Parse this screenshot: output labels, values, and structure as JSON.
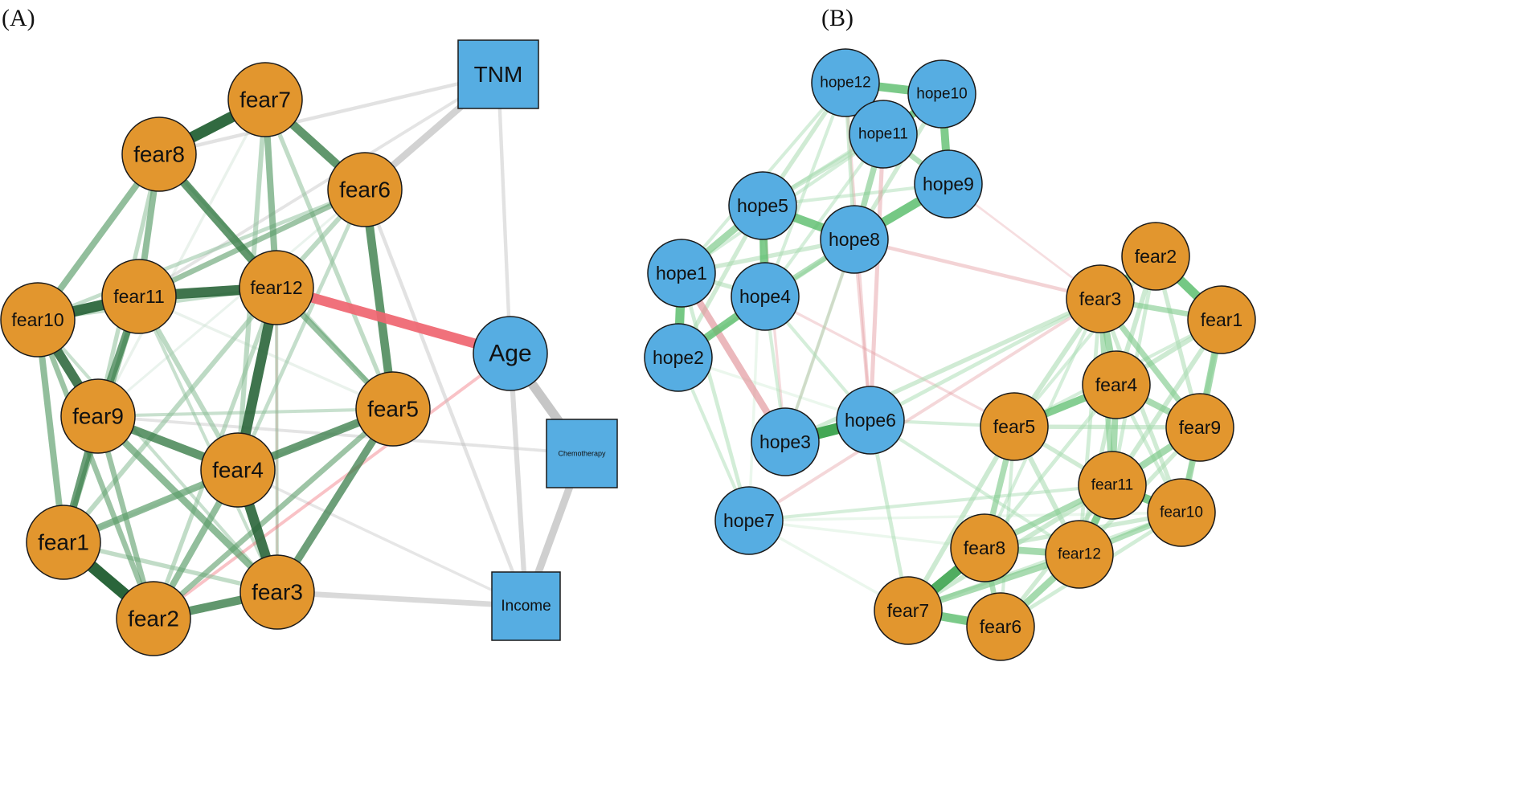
{
  "panels": [
    {
      "id": "A",
      "label": "(A)",
      "nodes": [
        {
          "id": "fear7",
          "label": "fear7",
          "shape": "circle"
        },
        {
          "id": "fear8",
          "label": "fear8",
          "shape": "circle"
        },
        {
          "id": "fear6",
          "label": "fear6",
          "shape": "circle"
        },
        {
          "id": "fear10",
          "label": "fear10",
          "shape": "circle"
        },
        {
          "id": "fear11",
          "label": "fear11",
          "shape": "circle"
        },
        {
          "id": "fear12",
          "label": "fear12",
          "shape": "circle"
        },
        {
          "id": "fear9",
          "label": "fear9",
          "shape": "circle"
        },
        {
          "id": "fear5",
          "label": "fear5",
          "shape": "circle"
        },
        {
          "id": "fear4",
          "label": "fear4",
          "shape": "circle"
        },
        {
          "id": "fear1",
          "label": "fear1",
          "shape": "circle"
        },
        {
          "id": "fear3",
          "label": "fear3",
          "shape": "circle"
        },
        {
          "id": "fear2",
          "label": "fear2",
          "shape": "circle"
        },
        {
          "id": "TNM",
          "label": "TNM",
          "shape": "square"
        },
        {
          "id": "Age",
          "label": "Age",
          "shape": "circle"
        },
        {
          "id": "Chemo",
          "label": "Chemotherapy",
          "shape": "square"
        },
        {
          "id": "Income",
          "label": "Income",
          "shape": "square"
        }
      ],
      "edges": [
        [
          "fear7",
          "fear8",
          "pos",
          0.95
        ],
        [
          "fear7",
          "fear6",
          "pos",
          0.7
        ],
        [
          "fear7",
          "fear12",
          "pos",
          0.5
        ],
        [
          "fear7",
          "fear4",
          "pos",
          0.35
        ],
        [
          "fear7",
          "fear5",
          "pos",
          0.3
        ],
        [
          "fear7",
          "fear9",
          "pos",
          0.15
        ],
        [
          "fear8",
          "fear12",
          "pos",
          0.7
        ],
        [
          "fear8",
          "fear11",
          "pos",
          0.5
        ],
        [
          "fear8",
          "fear10",
          "pos",
          0.5
        ],
        [
          "fear8",
          "fear9",
          "pos",
          0.3
        ],
        [
          "fear8",
          "fear5",
          "pos",
          0.2
        ],
        [
          "fear6",
          "fear5",
          "pos",
          0.7
        ],
        [
          "fear6",
          "fear11",
          "pos",
          0.4
        ],
        [
          "fear6",
          "fear12",
          "pos",
          0.35
        ],
        [
          "fear6",
          "fear10",
          "pos",
          0.25
        ],
        [
          "fear6",
          "fear4",
          "pos",
          0.25
        ],
        [
          "fear6",
          "fear9",
          "pos",
          0.12
        ],
        [
          "fear10",
          "fear11",
          "pos",
          0.9
        ],
        [
          "fear10",
          "fear9",
          "pos",
          0.8
        ],
        [
          "fear10",
          "fear1",
          "pos",
          0.5
        ],
        [
          "fear10",
          "fear2",
          "pos",
          0.4
        ],
        [
          "fear10",
          "fear12",
          "pos",
          0.25
        ],
        [
          "fear10",
          "fear3",
          "pos",
          0.2
        ],
        [
          "fear11",
          "fear12",
          "pos",
          0.85
        ],
        [
          "fear11",
          "fear9",
          "pos",
          0.6
        ],
        [
          "fear11",
          "fear1",
          "pos",
          0.4
        ],
        [
          "fear11",
          "fear4",
          "pos",
          0.35
        ],
        [
          "fear11",
          "fear3",
          "pos",
          0.2
        ],
        [
          "fear11",
          "fear5",
          "pos",
          0.15
        ],
        [
          "fear12",
          "fear4",
          "pos",
          0.85
        ],
        [
          "fear12",
          "fear5",
          "pos",
          0.45
        ],
        [
          "fear12",
          "fear1",
          "pos",
          0.35
        ],
        [
          "fear12",
          "fear2",
          "pos",
          0.3
        ],
        [
          "fear12",
          "fear3",
          "pos",
          0.2
        ],
        [
          "fear9",
          "fear4",
          "pos",
          0.7
        ],
        [
          "fear9",
          "fear1",
          "pos",
          0.6
        ],
        [
          "fear9",
          "fear3",
          "pos",
          0.55
        ],
        [
          "fear9",
          "fear2",
          "pos",
          0.4
        ],
        [
          "fear9",
          "fear5",
          "pos",
          0.2
        ],
        [
          "fear5",
          "fear4",
          "pos",
          0.65
        ],
        [
          "fear5",
          "fear3",
          "pos",
          0.6
        ],
        [
          "fear5",
          "fear2",
          "pos",
          0.4
        ],
        [
          "fear5",
          "fear1",
          "pos",
          0.15
        ],
        [
          "fear4",
          "fear3",
          "pos",
          0.85
        ],
        [
          "fear4",
          "fear1",
          "pos",
          0.55
        ],
        [
          "fear4",
          "fear2",
          "pos",
          0.5
        ],
        [
          "fear1",
          "fear2",
          "pos",
          1.0
        ],
        [
          "fear1",
          "fear3",
          "pos",
          0.3
        ],
        [
          "fear2",
          "fear3",
          "pos",
          0.7
        ],
        [
          "fear12",
          "Age",
          "neg",
          0.9
        ],
        [
          "fear2",
          "Age",
          "neg",
          0.2
        ],
        [
          "fear12",
          "fear3",
          "neg",
          0.1
        ],
        [
          "TNM",
          "fear6",
          "gray",
          0.55
        ],
        [
          "TNM",
          "fear8",
          "gray",
          0.2
        ],
        [
          "TNM",
          "Age",
          "gray",
          0.2
        ],
        [
          "TNM",
          "fear11",
          "gray",
          0.15
        ],
        [
          "Age",
          "Chemo",
          "gray",
          0.8
        ],
        [
          "Age",
          "Income",
          "gray",
          0.35
        ],
        [
          "Chemo",
          "Income",
          "gray",
          0.6
        ],
        [
          "Chemo",
          "fear9",
          "gray",
          0.15
        ],
        [
          "Income",
          "fear3",
          "gray",
          0.4
        ],
        [
          "Income",
          "fear6",
          "gray",
          0.2
        ],
        [
          "Income",
          "fear4",
          "gray",
          0.12
        ]
      ]
    },
    {
      "id": "B",
      "label": "(B)",
      "nodes": [
        {
          "id": "hope12",
          "label": "hope12",
          "color": "#56ade2"
        },
        {
          "id": "hope10",
          "label": "hope10",
          "color": "#56ade2"
        },
        {
          "id": "hope11",
          "label": "hope11",
          "color": "#56ade2"
        },
        {
          "id": "hope9",
          "label": "hope9",
          "color": "#56ade2"
        },
        {
          "id": "hope5",
          "label": "hope5",
          "color": "#56ade2"
        },
        {
          "id": "hope8",
          "label": "hope8",
          "color": "#56ade2"
        },
        {
          "id": "hope1",
          "label": "hope1",
          "color": "#56ade2"
        },
        {
          "id": "hope4",
          "label": "hope4",
          "color": "#56ade2"
        },
        {
          "id": "hope2",
          "label": "hope2",
          "color": "#56ade2"
        },
        {
          "id": "hope3",
          "label": "hope3",
          "color": "#56ade2"
        },
        {
          "id": "hope6",
          "label": "hope6",
          "color": "#56ade2"
        },
        {
          "id": "hope7",
          "label": "hope7",
          "color": "#56ade2"
        },
        {
          "id": "bfear2",
          "label": "fear2",
          "color": "#e2962e"
        },
        {
          "id": "bfear3",
          "label": "fear3",
          "color": "#e2962e"
        },
        {
          "id": "bfear1",
          "label": "fear1",
          "color": "#e2962e"
        },
        {
          "id": "bfear4",
          "label": "fear4",
          "color": "#e2962e"
        },
        {
          "id": "bfear5",
          "label": "fear5",
          "color": "#e2962e"
        },
        {
          "id": "bfear9",
          "label": "fear9",
          "color": "#e2962e"
        },
        {
          "id": "bfear11",
          "label": "fear11",
          "color": "#e2962e"
        },
        {
          "id": "bfear10",
          "label": "fear10",
          "color": "#e2962e"
        },
        {
          "id": "bfear8",
          "label": "fear8",
          "color": "#e2962e"
        },
        {
          "id": "bfear12",
          "label": "fear12",
          "color": "#e2962e"
        },
        {
          "id": "bfear7",
          "label": "fear7",
          "color": "#e2962e"
        },
        {
          "id": "bfear6",
          "label": "fear6",
          "color": "#e2962e"
        }
      ],
      "edges": [
        [
          "hope12",
          "hope10",
          "pos",
          0.7
        ],
        [
          "hope12",
          "hope11",
          "pos",
          0.5
        ],
        [
          "hope12",
          "hope5",
          "pos",
          0.3
        ],
        [
          "hope12",
          "hope8",
          "pos",
          0.25
        ],
        [
          "hope12",
          "hope1",
          "pos",
          0.2
        ],
        [
          "hope12",
          "hope4",
          "pos",
          0.2
        ],
        [
          "hope10",
          "hope11",
          "pos",
          0.6
        ],
        [
          "hope10",
          "hope9",
          "pos",
          0.65
        ],
        [
          "hope10",
          "hope8",
          "pos",
          0.3
        ],
        [
          "hope10",
          "hope5",
          "pos",
          0.2
        ],
        [
          "hope11",
          "hope9",
          "pos",
          0.4
        ],
        [
          "hope11",
          "hope8",
          "pos",
          0.45
        ],
        [
          "hope11",
          "hope5",
          "pos",
          0.35
        ],
        [
          "hope11",
          "hope1",
          "pos",
          0.2
        ],
        [
          "hope11",
          "hope4",
          "pos",
          0.2
        ],
        [
          "hope9",
          "hope8",
          "pos",
          0.75
        ],
        [
          "hope9",
          "hope5",
          "pos",
          0.2
        ],
        [
          "hope5",
          "hope8",
          "pos",
          0.7
        ],
        [
          "hope5",
          "hope4",
          "pos",
          0.65
        ],
        [
          "hope5",
          "hope1",
          "pos",
          0.55
        ],
        [
          "hope5",
          "hope2",
          "pos",
          0.3
        ],
        [
          "hope5",
          "hope7",
          "pos",
          0.15
        ],
        [
          "hope8",
          "hope4",
          "pos",
          0.4
        ],
        [
          "hope8",
          "hope1",
          "pos",
          0.3
        ],
        [
          "hope8",
          "hope2",
          "pos",
          0.25
        ],
        [
          "hope8",
          "hope3",
          "pos",
          0.2
        ],
        [
          "hope1",
          "hope2",
          "pos",
          0.75
        ],
        [
          "hope1",
          "hope4",
          "pos",
          0.3
        ],
        [
          "hope1",
          "hope7",
          "pos",
          0.25
        ],
        [
          "hope4",
          "hope2",
          "pos",
          0.65
        ],
        [
          "hope4",
          "hope3",
          "pos",
          0.2
        ],
        [
          "hope4",
          "hope6",
          "pos",
          0.2
        ],
        [
          "hope2",
          "hope7",
          "pos",
          0.2
        ],
        [
          "hope2",
          "hope6",
          "pos",
          0.15
        ],
        [
          "hope3",
          "hope6",
          "pos",
          0.95
        ],
        [
          "hope3",
          "bfear3",
          "pos",
          0.3
        ],
        [
          "hope6",
          "bfear3",
          "pos",
          0.25
        ],
        [
          "hope6",
          "bfear7",
          "pos",
          0.25
        ],
        [
          "hope6",
          "bfear5",
          "pos",
          0.2
        ],
        [
          "hope6",
          "bfear12",
          "pos",
          0.2
        ],
        [
          "hope7",
          "bfear11",
          "pos",
          0.2
        ],
        [
          "hope7",
          "bfear8",
          "pos",
          0.15
        ],
        [
          "hope7",
          "bfear10",
          "pos",
          0.15
        ],
        [
          "hope7",
          "bfear7",
          "pos",
          0.15
        ],
        [
          "hope1",
          "hope3",
          "neg",
          0.6
        ],
        [
          "hope11",
          "hope6",
          "neg",
          0.3
        ],
        [
          "hope8",
          "bfear3",
          "neg",
          0.25
        ],
        [
          "hope12",
          "hope6",
          "neg",
          0.2
        ],
        [
          "hope5",
          "hope3",
          "neg",
          0.15
        ],
        [
          "hope7",
          "bfear3",
          "neg",
          0.2
        ],
        [
          "hope8",
          "hope6",
          "neg",
          0.2
        ],
        [
          "hope8",
          "hope3",
          "neg",
          0.15
        ],
        [
          "hope4",
          "bfear5",
          "neg",
          0.15
        ],
        [
          "hope9",
          "bfear3",
          "neg",
          0.1
        ],
        [
          "bfear2",
          "bfear1",
          "pos",
          0.75
        ],
        [
          "bfear2",
          "bfear3",
          "pos",
          0.6
        ],
        [
          "bfear2",
          "bfear4",
          "pos",
          0.35
        ],
        [
          "bfear2",
          "bfear9",
          "pos",
          0.3
        ],
        [
          "bfear2",
          "bfear11",
          "pos",
          0.25
        ],
        [
          "bfear2",
          "bfear5",
          "pos",
          0.2
        ],
        [
          "bfear3",
          "bfear1",
          "pos",
          0.4
        ],
        [
          "bfear3",
          "bfear4",
          "pos",
          0.55
        ],
        [
          "bfear3",
          "bfear9",
          "pos",
          0.45
        ],
        [
          "bfear3",
          "bfear11",
          "pos",
          0.4
        ],
        [
          "bfear3",
          "bfear5",
          "pos",
          0.35
        ],
        [
          "bfear3",
          "bfear10",
          "pos",
          0.3
        ],
        [
          "bfear3",
          "bfear12",
          "pos",
          0.25
        ],
        [
          "bfear3",
          "bfear8",
          "pos",
          0.2
        ],
        [
          "bfear1",
          "bfear9",
          "pos",
          0.55
        ],
        [
          "bfear1",
          "bfear4",
          "pos",
          0.35
        ],
        [
          "bfear1",
          "bfear11",
          "pos",
          0.35
        ],
        [
          "bfear1",
          "bfear10",
          "pos",
          0.3
        ],
        [
          "bfear1",
          "bfear5",
          "pos",
          0.2
        ],
        [
          "bfear4",
          "bfear5",
          "pos",
          0.6
        ],
        [
          "bfear4",
          "bfear9",
          "pos",
          0.5
        ],
        [
          "bfear4",
          "bfear11",
          "pos",
          0.5
        ],
        [
          "bfear4",
          "bfear12",
          "pos",
          0.3
        ],
        [
          "bfear4",
          "bfear8",
          "pos",
          0.25
        ],
        [
          "bfear4",
          "bfear10",
          "pos",
          0.25
        ],
        [
          "bfear5",
          "bfear8",
          "pos",
          0.45
        ],
        [
          "bfear5",
          "bfear12",
          "pos",
          0.35
        ],
        [
          "bfear5",
          "bfear7",
          "pos",
          0.35
        ],
        [
          "bfear5",
          "bfear11",
          "pos",
          0.3
        ],
        [
          "bfear5",
          "bfear9",
          "pos",
          0.3
        ],
        [
          "bfear5",
          "bfear6",
          "pos",
          0.2
        ],
        [
          "bfear9",
          "bfear11",
          "pos",
          0.55
        ],
        [
          "bfear9",
          "bfear10",
          "pos",
          0.5
        ],
        [
          "bfear9",
          "bfear12",
          "pos",
          0.3
        ],
        [
          "bfear11",
          "bfear10",
          "pos",
          0.7
        ],
        [
          "bfear11",
          "bfear12",
          "pos",
          0.6
        ],
        [
          "bfear11",
          "bfear8",
          "pos",
          0.45
        ],
        [
          "bfear11",
          "bfear7",
          "pos",
          0.35
        ],
        [
          "bfear11",
          "bfear6",
          "pos",
          0.3
        ],
        [
          "bfear10",
          "bfear12",
          "pos",
          0.4
        ],
        [
          "bfear10",
          "bfear8",
          "pos",
          0.3
        ],
        [
          "bfear10",
          "bfear6",
          "pos",
          0.25
        ],
        [
          "bfear10",
          "bfear7",
          "pos",
          0.25
        ],
        [
          "bfear8",
          "bfear12",
          "pos",
          0.55
        ],
        [
          "bfear8",
          "bfear7",
          "pos",
          0.85
        ],
        [
          "bfear8",
          "bfear6",
          "pos",
          0.4
        ],
        [
          "bfear12",
          "bfear7",
          "pos",
          0.5
        ],
        [
          "bfear12",
          "bfear6",
          "pos",
          0.55
        ],
        [
          "bfear7",
          "bfear6",
          "pos",
          0.7
        ]
      ]
    }
  ]
}
